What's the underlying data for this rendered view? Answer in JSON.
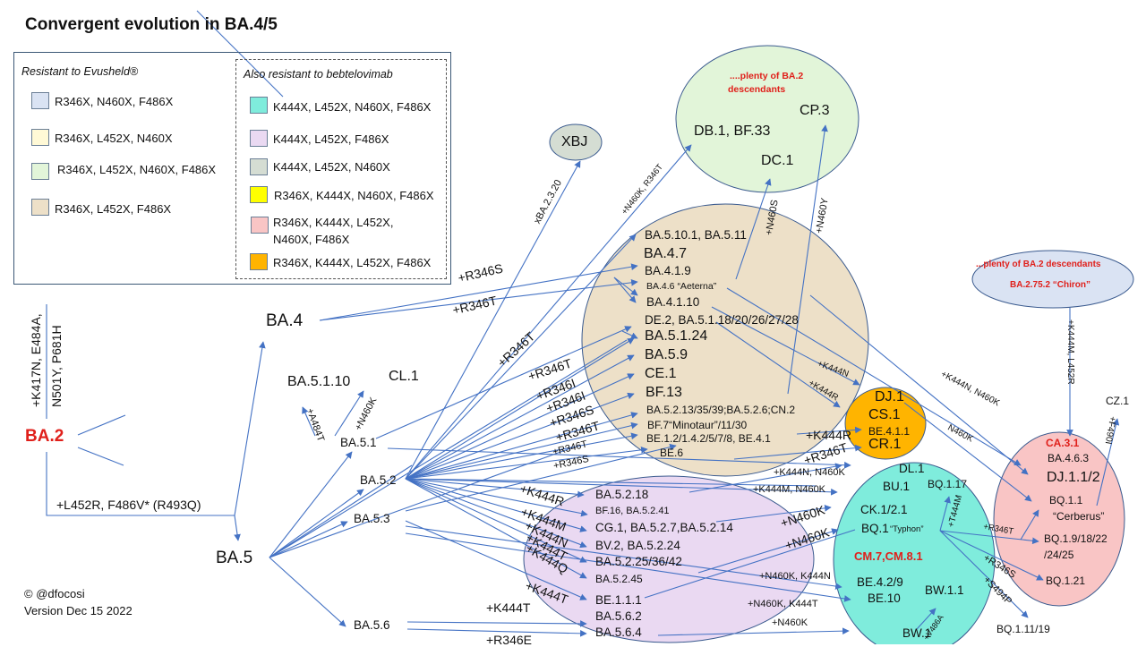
{
  "title": "Convergent evolution in BA.4/5",
  "legend": {
    "evusheld_heading": "Resistant to Evusheld®",
    "bebtelovimab_heading": "Also resistant to bebtelovimab",
    "evusheld_items": [
      {
        "label": "R346X, N460X, F486X",
        "color": "#dae3f3"
      },
      {
        "label": "R346X, L452X, N460X",
        "color": "#fff9d6"
      },
      {
        "label": "R346X, L452X, N460X, F486X",
        "color": "#e2f5d9"
      },
      {
        "label": "R346X, L452X, F486X",
        "color": "#ede0c8"
      }
    ],
    "bebtelovimab_items": [
      {
        "label": "K444X, L452X, N460X, F486X",
        "color": "#7fecdc"
      },
      {
        "label": "K444X, L452X, F486X",
        "color": "#ead9f2"
      },
      {
        "label": "K444X, L452X, N460X",
        "color": "#d5ddd3"
      },
      {
        "label": "R346X, K444X, N460X, F486X",
        "color": "#ffff00"
      },
      {
        "label": "R346X, K444X, L452X,",
        "label2": "N460X, F486X",
        "color": "#f9c5c5"
      },
      {
        "label": "R346X, K444X, L452X, F486X",
        "color": "#ffb400"
      }
    ]
  },
  "colors": {
    "line": "#4472c4",
    "ellipse_outline": "#3b5b8f",
    "tan": "#ede0c8",
    "green": "#e2f5d9",
    "lilac": "#ead9f2",
    "cyan": "#7fecdc",
    "orange": "#ffb400",
    "pink": "#f9c5c5",
    "blue": "#dae3f3",
    "grey": "#d5ddd3",
    "accent_red": "#e0201b"
  },
  "roots": {
    "ba2": "BA.2",
    "ba2_mutations_1": "+K417N, E484A,",
    "ba2_mutations_2": "N501Y, P681H",
    "ba45_mutations": "+L452R, F486V* (R493Q)",
    "ba4": "BA.4",
    "ba5": "BA.5"
  },
  "lineages": {
    "ba5_1": "BA.5.1",
    "ba5_1_10": "BA.5.1.10",
    "cl1": "CL.1",
    "ba5_2": "BA.5.2",
    "ba5_3": "BA.5.3",
    "ba5_6": "BA.5.6",
    "xbj": "XBJ"
  },
  "green_cluster": {
    "note_1": "....plenty of BA.2",
    "note_2": "descendants",
    "items": [
      "DB.1, BF.33",
      "CP.3",
      "DC.1"
    ]
  },
  "tan_cluster": {
    "items": [
      "BA.5.10.1, BA.5.11",
      "BA.4.7",
      "BA.4.1.9",
      "BA.4.6 “Aeterna”",
      "BA.4.1.10",
      "DE.2, BA.5.1.18/20/26/27/28",
      "BA.5.1.24",
      "BA.5.9",
      "CE.1",
      "BF.13",
      "BA.5.2.13/35/39;BA.5.2.6;CN.2",
      "BF.7“Minotaur”/11/30",
      "BE.1.2/1.4.2/5/7/8, BE.4.1",
      "BE.6"
    ]
  },
  "orange_cluster": {
    "items": [
      "DJ.1",
      "CS.1",
      "BE.4.1.1",
      "CR.1"
    ]
  },
  "lilac_cluster": {
    "items": [
      "BA.5.2.18",
      "BF.16, BA.5.2.41",
      "CG.1, BA.5.2.7,BA.5.2.14",
      "BV.2, BA.5.2.24",
      "BA.5.2.25/36/42",
      "BA.5.2.45",
      "BE.1.1.1",
      "BA.5.6.2",
      "BA.5.6.4"
    ]
  },
  "cyan_cluster": {
    "highlight": "CM.7,CM.8.1",
    "items": [
      "DL.1",
      "BU.1",
      "BQ.1.17",
      "CK.1/2.1",
      "BQ.1",
      "“Typhon”",
      "BE.4.2/9",
      "BE.10",
      "BW.1.1",
      "BW.1"
    ]
  },
  "blue_cluster": {
    "note": "...plenty of BA.2 descendants",
    "item": "BA.2.75.2 “Chiron”"
  },
  "pink_cluster": {
    "highlight": "CA.3.1",
    "items": [
      "BA.4.6.3",
      "DJ.1.1/2",
      "BQ.1.1",
      "“Cerberus”",
      "BQ.1.9/18/22",
      "/24/25",
      "BQ.1.21"
    ]
  },
  "outside": {
    "cz1": "CZ.1",
    "bq1_11": "BQ.1.11/19"
  },
  "mutations": {
    "ba4_r346s": "+R346S",
    "ba4_r346t": "+R346T",
    "a484t": "+A484T",
    "n460k_cl1": "+N460K",
    "xba": "xBA.2.3.20",
    "n460k_r346t": "+N460K, R346T",
    "n460s": "+N460S",
    "n460y": "+N460Y",
    "r346t_a": "+R346T",
    "r346t_b": "+R346T",
    "r346i_a": "+R346I",
    "r346i_b": "+R346I",
    "r346s_a": "+R346S",
    "r346t_c": "+R346T",
    "r346t_d": "+R346T",
    "r346s_b": "+R346S",
    "k444n_dj": "+K444N",
    "k444r_cs": "+K444R",
    "k444r_be": "+K444R",
    "r346t_cr": "+R346T",
    "k444n_n460k_dl": "+K444N, N460K",
    "k444m_n460k_bu": "+K444M, N460K",
    "n460k_ck": "+N460K",
    "n460k_bq": "+N460K",
    "n460k_k444n": "+N460K, K444N",
    "n460k_k444t": "+N460K, K444T",
    "n460k_bw": "+N460K",
    "k444r": "+K444R",
    "k444m": "+K444M",
    "k444n": "+K444N",
    "k444t": "+K444T",
    "k444q": "+K444Q",
    "k444t_be": "+K444T",
    "k444t_56": "+K444T",
    "r346e": "+R346E",
    "k444n_n460k_pink": "+K444N, N460K",
    "n460k_pink": "N460K",
    "k444m_l452r": "+K444M, L452R",
    "f490i": "+F490I",
    "t444m": "+T444M",
    "v486a": "+V486A",
    "r346t_pink": "+R346T",
    "r346s_pink": "+R346S",
    "s494p": "+S494P"
  },
  "footer": {
    "copyright": "©  @dfocosi",
    "version": "Version Dec 15 2022"
  }
}
